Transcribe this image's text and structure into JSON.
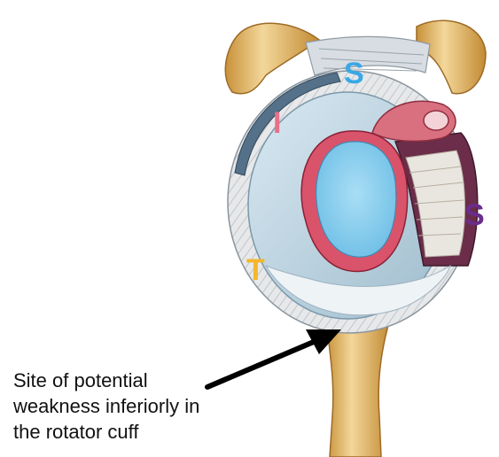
{
  "labels": {
    "supraspinatus": {
      "text": "S",
      "color": "#3aa8e6"
    },
    "infraspinatus": {
      "text": "I",
      "color": "#e8708a"
    },
    "subscapularis": {
      "text": "S",
      "color": "#6b2d8c"
    },
    "teres_minor": {
      "text": "T",
      "color": "#f5b62a"
    }
  },
  "caption": {
    "line1": "Site of potential",
    "line2": "weakness inferiorly in",
    "line3": "the rotator cuff"
  }
}
